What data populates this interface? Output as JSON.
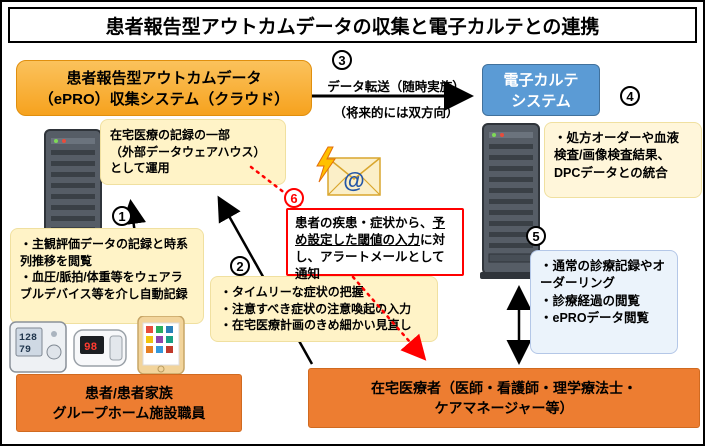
{
  "title": "患者報告型アウトカムデータの収集と電子カルテとの連携",
  "epro_system": {
    "label": "患者報告型アウトカムデータ\n（ePRO）収集システム（クラウド）"
  },
  "epro_note": {
    "text": "在宅医療の記録の一部\n（外部データウェアハウス）\nとして運用"
  },
  "emr_system": {
    "label": "電子カルテ\nシステム"
  },
  "transfer": {
    "line1": "データ転送（随時実施）",
    "line2": "（将来的には双方向）"
  },
  "steps": {
    "s1": "1",
    "s2": "2",
    "s3": "3",
    "s4": "4",
    "s5": "5",
    "s6": "6"
  },
  "note1": {
    "text": "・主観評価データの記録と時系列推移を閲覧\n・血圧/脈拍/体重等をウェアラブルデバイス等を介し自動記録"
  },
  "note2": {
    "text": "・タイムリーな症状の把握\n・注意すべき症状の注意喚起の入力\n・在宅医療計画のきめ細かい見直し"
  },
  "note4": {
    "text": "・処方オーダーや血液\n検査/画像検査結果、\nDPCデータとの統合"
  },
  "note5": {
    "text": "・通常の診療記録やオーダーリング\n・診療経過の閲覧\n・ePROデータ閲覧"
  },
  "alert": {
    "pre": "患者の疾患・症状から、",
    "underlined": "予め設定した閾値の入力",
    "post": "に対し、アラートメールとして通知",
    "at_symbol": "@"
  },
  "patient_box": {
    "label": "患者/患者家族\nグループホーム施設職員"
  },
  "provider_box": {
    "label": "在宅医療者（医師・看護師・理学療法士・\nケアマネージャー等）"
  },
  "icons": {
    "epro_server": "server-tower",
    "emr_server": "server-tower",
    "alert_mail": "envelope-with-at",
    "lightning": "lightning-bolt",
    "devices": "medical-devices-and-smartphone"
  },
  "colors": {
    "epro_box": "#F6A21E",
    "emr_box": "#5B9BD5",
    "note_yellow": "#FFF3C7",
    "note_blue": "#EBF3FB",
    "actor_orange": "#ED7D31",
    "alert_red": "#FF0000"
  }
}
